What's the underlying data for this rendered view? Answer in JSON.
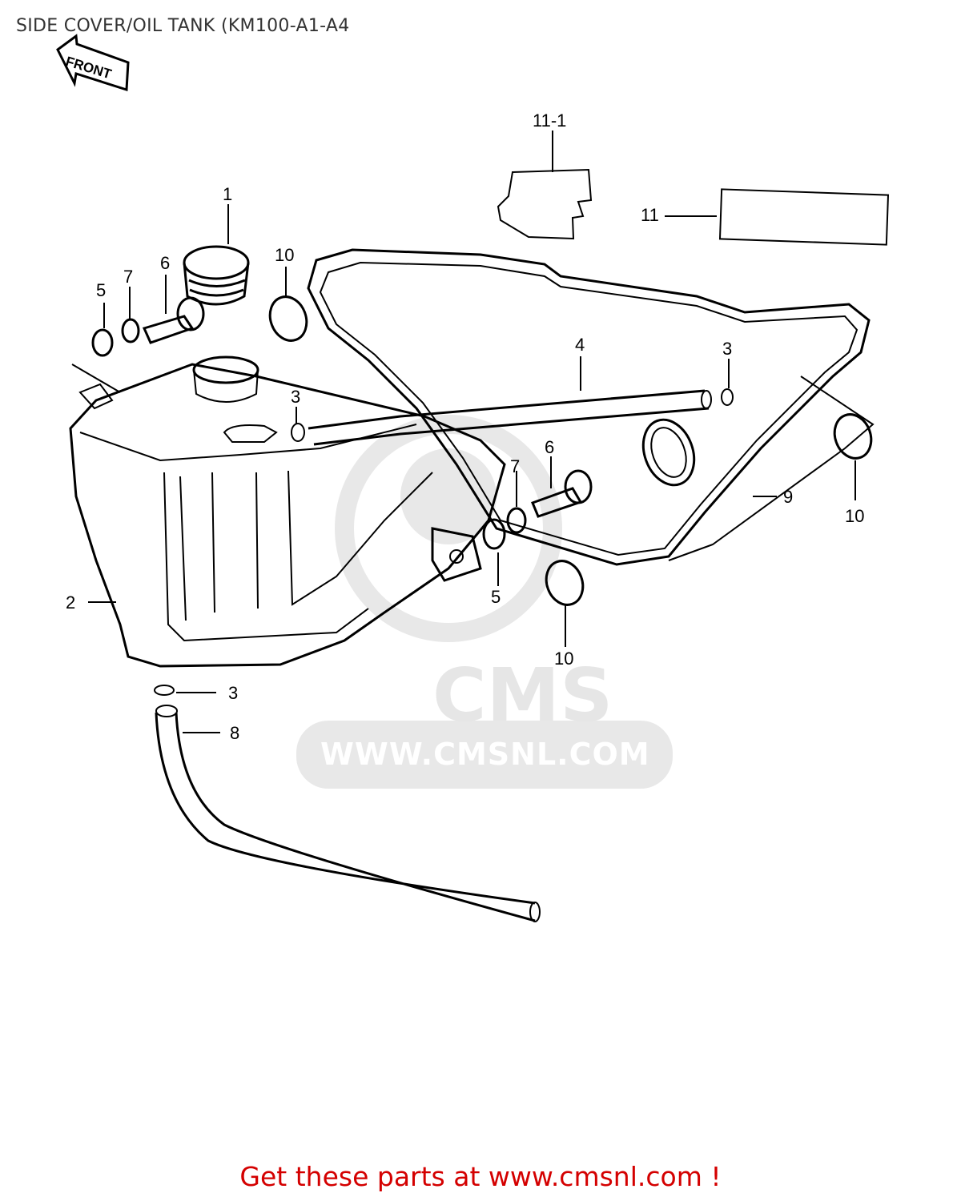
{
  "title": "SIDE COVER/OIL TANK (KM100-A1-A4",
  "front_label": "FRONT",
  "watermark": {
    "brand": "CMS",
    "url": "WWW.CMSNL.COM"
  },
  "cta": {
    "text": "Get these parts at www.cmsnl.com !",
    "color": "#d40000"
  },
  "colors": {
    "line": "#000000",
    "watermark": "#e6e6e6",
    "title": "#333333"
  },
  "callouts": {
    "c1": "1",
    "c2": "2",
    "c3a": "3",
    "c3b": "3",
    "c3c": "3",
    "c4": "4",
    "c5a": "5",
    "c5b": "5",
    "c6a": "6",
    "c6b": "6",
    "c7a": "7",
    "c7b": "7",
    "c8": "8",
    "c9": "9",
    "c10a": "10",
    "c10b": "10",
    "c10c": "10",
    "c11": "11",
    "c11_1": "11-1"
  }
}
